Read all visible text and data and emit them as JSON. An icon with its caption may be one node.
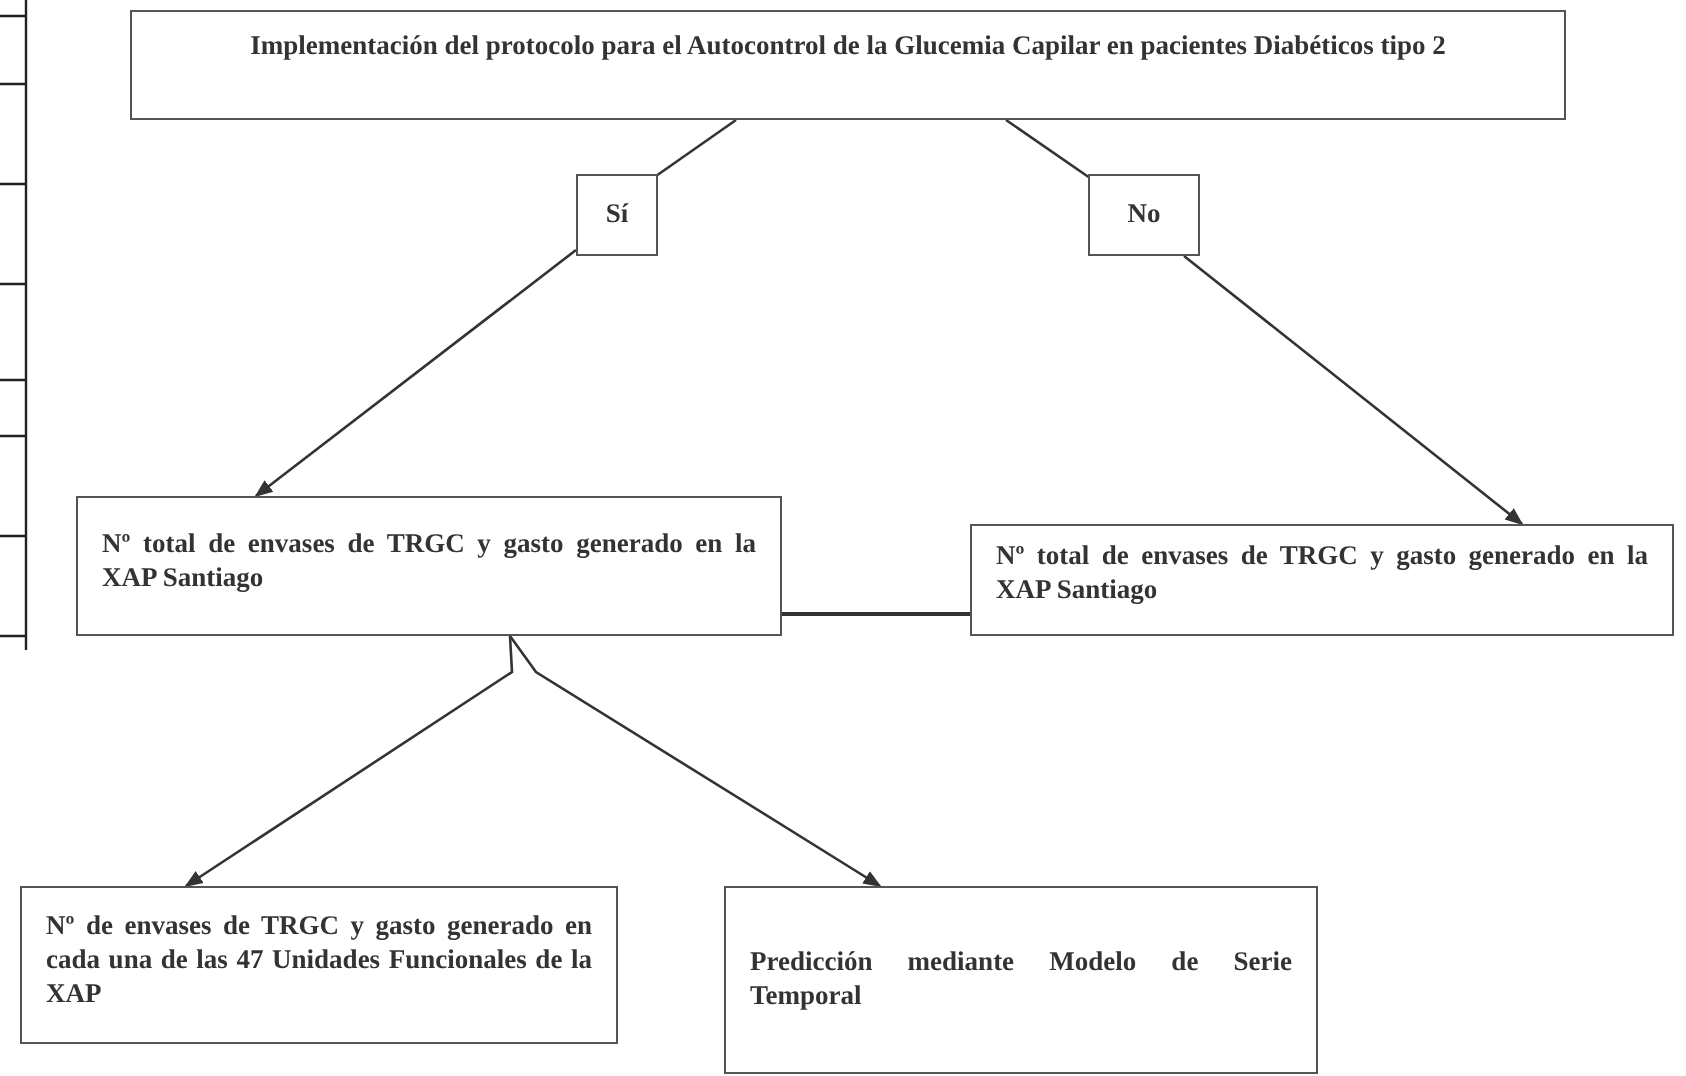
{
  "diagram": {
    "nodes": [
      {
        "text": [
          "Implementación del protocolo para el Autocontrol de la Glucemia Capilar en pacientes Diabéticos tipo 2"
        ]
      },
      {
        "text": [
          "Sí"
        ]
      },
      {
        "text": [
          "No"
        ]
      },
      {
        "text": [
          "Nº total de envases de TRGC y gasto generado en la XAP Santiago"
        ]
      },
      {
        "text": [
          "Nº total de envases de TRGC y gasto generado en la XAP Santiago"
        ]
      },
      {
        "text": [
          "Nº de envases de TRGC y gasto generado en cada una de las 47 Unidades Funcionales de la XAP"
        ]
      },
      {
        "text": [
          "Predicción mediante Modelo de Serie Temporal"
        ]
      }
    ],
    "edges": [
      {
        "from": 0,
        "to": 1,
        "arrow": "none"
      },
      {
        "from": 1,
        "to": 3,
        "arrow": "to"
      },
      {
        "from": 0,
        "to": 2,
        "arrow": "none"
      },
      {
        "from": 2,
        "to": 4,
        "arrow": "to"
      },
      {
        "from": 3,
        "to": 4,
        "arrow": "none"
      },
      {
        "from": 3,
        "to": 5,
        "arrow": "to"
      },
      {
        "from": 3,
        "to": 6,
        "arrow": "to"
      }
    ]
  }
}
